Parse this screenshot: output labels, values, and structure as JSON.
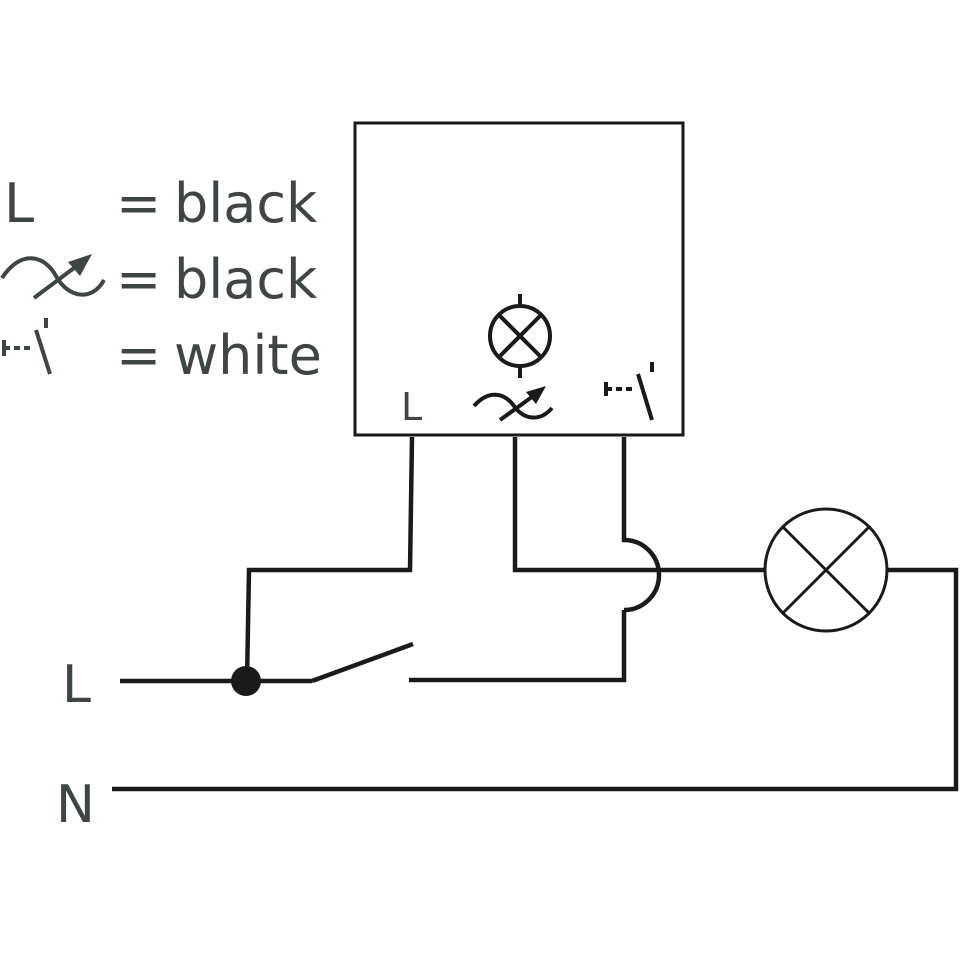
{
  "legend": {
    "rows": [
      {
        "symbol": "live-L",
        "symbol_text": "L",
        "equals": "=",
        "color_name": "black"
      },
      {
        "symbol": "dimmer-icon",
        "symbol_text": "",
        "equals": "=",
        "color_name": "black"
      },
      {
        "symbol": "pushbutton-icon",
        "symbol_text": "",
        "equals": "=",
        "color_name": "white"
      }
    ]
  },
  "device": {
    "terminals": [
      {
        "id": "L",
        "label": "L"
      },
      {
        "id": "dimmed",
        "label": ""
      },
      {
        "id": "pushbutton",
        "label": ""
      }
    ]
  },
  "supply": {
    "live_label": "L",
    "neutral_label": "N"
  },
  "colors": {
    "wire": "#1a1a1a",
    "text": "#3d4645",
    "background": "#ffffff"
  }
}
